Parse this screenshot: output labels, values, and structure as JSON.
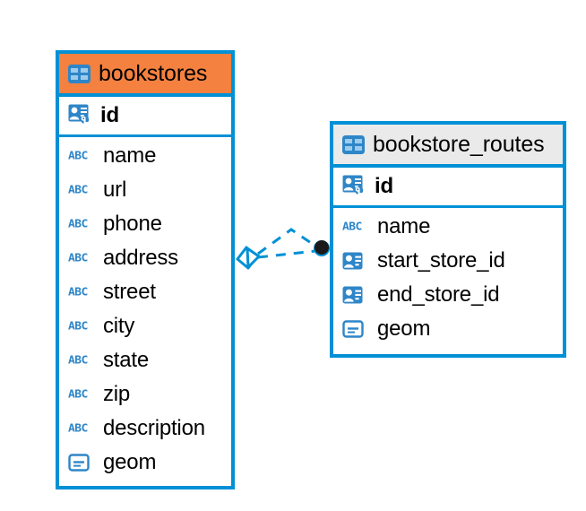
{
  "diagram": {
    "type": "entity-relationship-diagram",
    "background": "#ffffff",
    "accent_color": "#0090d6",
    "highlight_color": "#f4813f",
    "header_gray": "#eaeaea",
    "endpoint_color": "#1a1a1a"
  },
  "tables": [
    {
      "name": "bookstores",
      "header_style": "orange",
      "table_icon": "table-icon",
      "columns": [
        {
          "name": "id",
          "icon": "primary-key-icon",
          "kind": "pk"
        },
        {
          "name": "name",
          "icon": "abc-icon",
          "kind": "text"
        },
        {
          "name": "url",
          "icon": "abc-icon",
          "kind": "text"
        },
        {
          "name": "phone",
          "icon": "abc-icon",
          "kind": "text"
        },
        {
          "name": "address",
          "icon": "abc-icon",
          "kind": "text"
        },
        {
          "name": "street",
          "icon": "abc-icon",
          "kind": "text"
        },
        {
          "name": "city",
          "icon": "abc-icon",
          "kind": "text"
        },
        {
          "name": "state",
          "icon": "abc-icon",
          "kind": "text"
        },
        {
          "name": "zip",
          "icon": "abc-icon",
          "kind": "text"
        },
        {
          "name": "description",
          "icon": "abc-icon",
          "kind": "text"
        },
        {
          "name": "geom",
          "icon": "geometry-icon",
          "kind": "geometry"
        }
      ]
    },
    {
      "name": "bookstore_routes",
      "header_style": "gray",
      "table_icon": "table-icon",
      "columns": [
        {
          "name": "id",
          "icon": "primary-key-icon",
          "kind": "pk"
        },
        {
          "name": "name",
          "icon": "abc-icon",
          "kind": "text"
        },
        {
          "name": "start_store_id",
          "icon": "foreign-key-icon",
          "kind": "fk"
        },
        {
          "name": "end_store_id",
          "icon": "foreign-key-icon",
          "kind": "fk"
        },
        {
          "name": "geom",
          "icon": "geometry-icon",
          "kind": "geometry"
        }
      ]
    }
  ],
  "relationship": {
    "source_marker": "diamond-marker",
    "target_marker": "filled-circle-endpoint",
    "line_style": "dashed",
    "line_color": "#0090d6",
    "branch_count": 2
  },
  "labels": {
    "abc_icon_text": "ABC"
  }
}
